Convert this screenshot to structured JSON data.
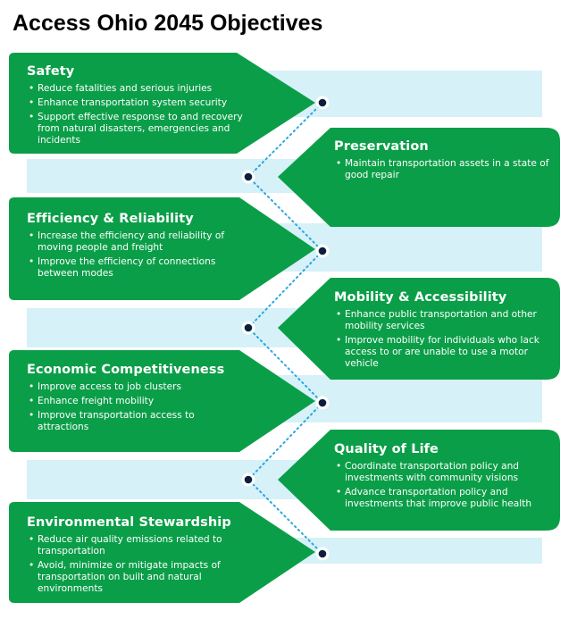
{
  "title": "Access Ohio 2045 Objectives",
  "colors": {
    "green": "#0b9e48",
    "band": "#d6f1f8",
    "dot": "#0d1f3c",
    "dotted_line": "#29a7df"
  },
  "objectives": [
    {
      "title": "Safety",
      "bullets": [
        "Reduce fatalities and serious injuries",
        "Enhance transportation system security",
        "Support effective response to and recovery from natural disasters, emergencies and incidents"
      ]
    },
    {
      "title": "Preservation",
      "bullets": [
        "Maintain transportation assets in a state of good repair"
      ]
    },
    {
      "title": "Efficiency & Reliability",
      "bullets": [
        "Increase the efficiency and reliability of moving people and freight",
        "Improve the efficiency of connections between modes"
      ]
    },
    {
      "title": "Mobility & Accessibility",
      "bullets": [
        "Enhance public transportation and other mobility services",
        "Improve mobility for individuals who lack access to or are unable to use a motor vehicle"
      ]
    },
    {
      "title": "Economic Competitiveness",
      "bullets": [
        "Improve access to job clusters",
        "Enhance freight mobility",
        "Improve transportation access to attractions"
      ]
    },
    {
      "title": "Quality of Life",
      "bullets": [
        "Coordinate transportation policy and investments with community visions",
        "Advance transportation policy and investments that improve public health"
      ]
    },
    {
      "title": "Environmental Stewardship",
      "bullets": [
        "Reduce air quality emissions related to transportation",
        "Avoid, minimize or mitigate impacts of transportation on built and natural environments"
      ]
    }
  ]
}
